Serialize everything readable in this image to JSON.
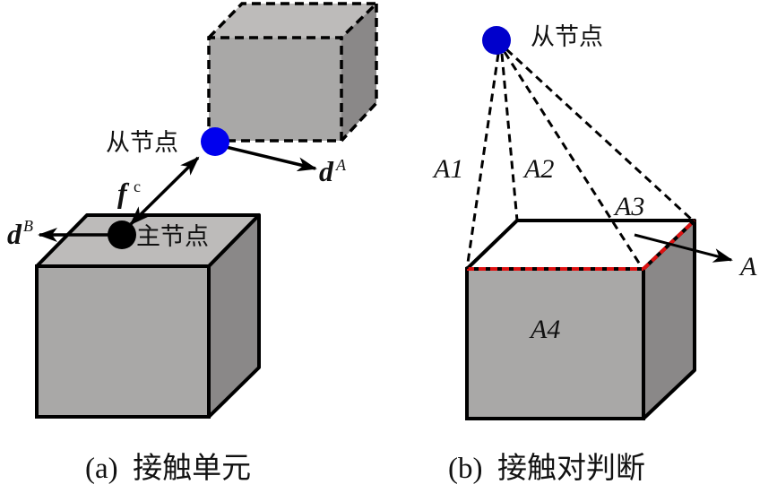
{
  "colors": {
    "front_face": "#a9a8a7",
    "top_face": "#bdbbba",
    "side_face": "#8a8888",
    "edge": "#000000",
    "slave_node": "#0000ee",
    "master_node": "#000000",
    "highlight_edge": "#dd1111"
  },
  "panel_a": {
    "slave_node_label": "从节点",
    "master_node_label": "主节点",
    "force_label": "f",
    "force_superscript": "c",
    "dir_a_label": "d",
    "dir_a_superscript": "A",
    "dir_b_label": "d",
    "dir_b_superscript": "B",
    "caption": "(a)  接触单元"
  },
  "panel_b": {
    "slave_node_label": "从节点",
    "region_labels": [
      "A1",
      "A2",
      "A3",
      "A4"
    ],
    "arrow_label": "A",
    "caption": "(b)  接触对判断"
  }
}
